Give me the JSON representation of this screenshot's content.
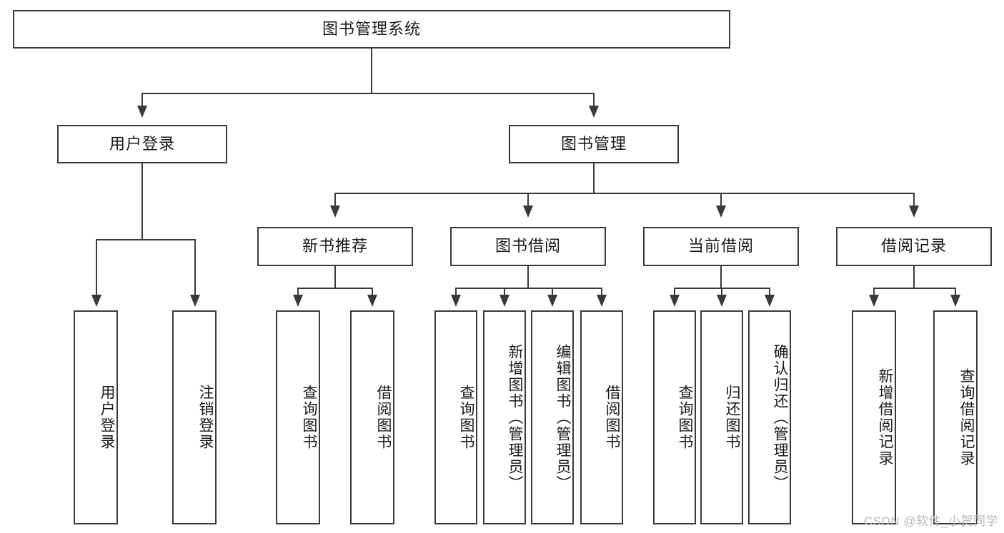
{
  "diagram": {
    "title": "图书管理系统",
    "root": {
      "label": "图书管理系统"
    },
    "level2": [
      {
        "label": "用户登录"
      },
      {
        "label": "图书管理"
      }
    ],
    "level3": [
      {
        "label": "新书推荐"
      },
      {
        "label": "图书借阅"
      },
      {
        "label": "当前借阅"
      },
      {
        "label": "借阅记录"
      }
    ],
    "leaves": {
      "user_login": [
        {
          "label": "用户登录"
        },
        {
          "label": "注销登录"
        }
      ],
      "new_book_recommend": [
        {
          "label": "查询图书"
        },
        {
          "label": "借阅图书"
        }
      ],
      "book_borrow": [
        {
          "label": "查询图书"
        },
        {
          "label": "新增图书（管理员）"
        },
        {
          "label": "编辑图书（管理员）"
        },
        {
          "label": "借阅图书"
        }
      ],
      "current_borrow": [
        {
          "label": "查询图书"
        },
        {
          "label": "归还图书"
        },
        {
          "label": "确认归还（管理员）"
        }
      ],
      "borrow_record": [
        {
          "label": "新增借阅记录"
        },
        {
          "label": "查询借阅记录"
        }
      ]
    }
  },
  "watermark": {
    "text": "CSDN @软件_小贺同学"
  },
  "colors": {
    "stroke": "#3a3a3a",
    "background": "#ffffff",
    "text": "#1a1a1a",
    "watermark": "#b9b9b9"
  }
}
